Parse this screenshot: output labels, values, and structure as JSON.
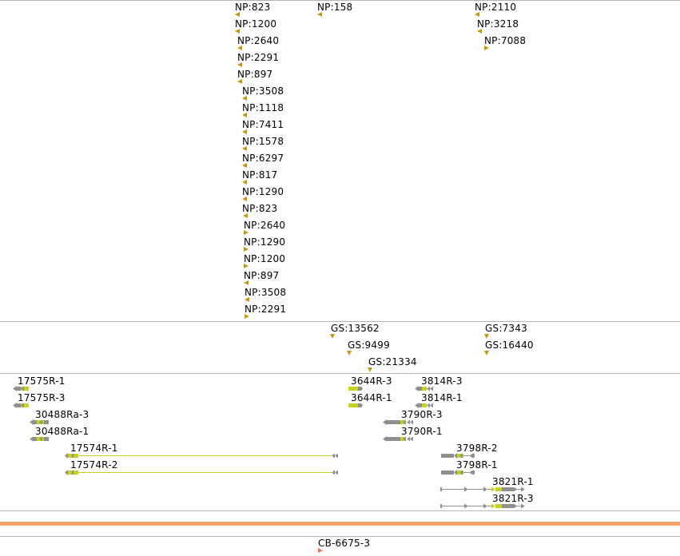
{
  "tracks": {
    "np_features": [
      "NP:823",
      "NP:1200",
      "NP:2640",
      "NP:2291",
      "NP:897",
      "NP:3508",
      "NP:1118",
      "NP:7411",
      "NP:1578",
      "NP:6297",
      "NP:817",
      "NP:1290",
      "NP:823",
      "NP:2640",
      "NP:1290",
      "NP:1200",
      "NP:897",
      "NP:3508",
      "NP:2291",
      "NP:158",
      "NP:2110",
      "NP:3218",
      "NP:7088"
    ],
    "gs_features": [
      "GS:13562",
      "GS:9499",
      "GS:21334",
      "GS:7343",
      "GS:16440"
    ],
    "transcripts": [
      "17575R-1",
      "17575R-3",
      "30488Ra-3",
      "30488Ra-1",
      "17574R-1",
      "17574R-2",
      "3644R-3",
      "3644R-1",
      "3814R-3",
      "3814R-1",
      "3790R-3",
      "3790R-1",
      "3798R-2",
      "3798R-1",
      "3821R-1",
      "3821R-3"
    ],
    "bottom_features": [
      "CB-6675-3"
    ]
  },
  "colors": {
    "feature_marker": "#c8960c",
    "gene_gray": "#909090",
    "gene_yellow": "#c8d21e",
    "scale_bar": "#f0a46c",
    "separator": "#b5b5b5",
    "bottom_marker": "#f07050"
  }
}
